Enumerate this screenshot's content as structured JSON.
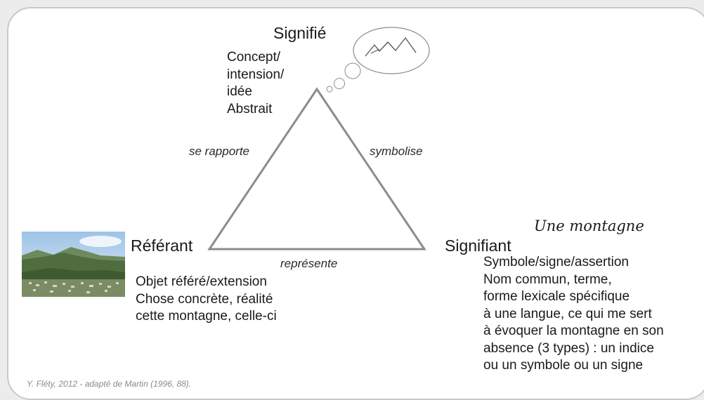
{
  "signifie": {
    "title": "Signifié",
    "lines": [
      "Concept/",
      "intension/",
      "idée",
      "Abstrait"
    ]
  },
  "edges": {
    "left": "se rapporte",
    "right": "symbolise",
    "bottom": "représente"
  },
  "referant": {
    "title": "Référant",
    "lines": [
      "Objet référé/extension",
      "Chose concrète, réalité",
      "cette montagne, celle-ci"
    ]
  },
  "signifiant": {
    "title": "Signifiant",
    "word": "Une montagne",
    "lines": [
      "Symbole/signe/assertion",
      "Nom commun, terme,",
      "forme lexicale spécifique",
      "à une langue, ce qui me sert",
      "à évoquer la montagne en son",
      "absence (3 types) : un indice",
      "ou un symbole ou un signe"
    ]
  },
  "credit": "Y. Fléty, 2012 - adapté de Martin (1996, 88).",
  "colors": {
    "line": "#8c8c8c",
    "border": "#c9c9c9",
    "text": "#1a1a1a"
  }
}
